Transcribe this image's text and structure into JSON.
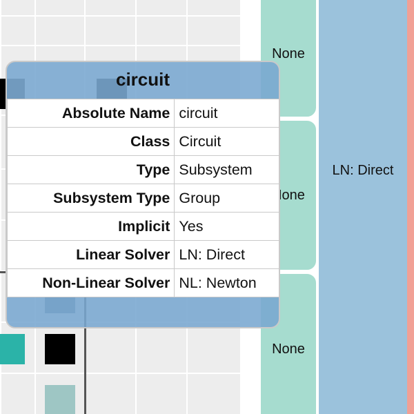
{
  "tooltip": {
    "title": "circuit",
    "rows": [
      {
        "key": "Absolute Name",
        "value": "circuit"
      },
      {
        "key": "Class",
        "value": "Circuit"
      },
      {
        "key": "Type",
        "value": "Subsystem"
      },
      {
        "key": "Subsystem Type",
        "value": "Group"
      },
      {
        "key": "Implicit",
        "value": "Yes"
      },
      {
        "key": "Linear Solver",
        "value": "LN: Direct"
      },
      {
        "key": "Non-Linear Solver",
        "value": "NL: Newton"
      }
    ]
  },
  "nonlinear_solver_column": {
    "cells": [
      {
        "label": "None"
      },
      {
        "label": "None"
      },
      {
        "label": "None"
      }
    ]
  },
  "linear_solver_column": {
    "label": "LN: Direct"
  },
  "colors": {
    "matrix_background": "#ededed",
    "nonlinear_solver_fill": "#a6dccf",
    "linear_solver_fill": "#9bc2dc",
    "right_strip": "#f1a095",
    "tooltip_header": "#79a7d0",
    "diagonal_block": "#000000",
    "teal_block": "#2bb3a8",
    "grey_teal_block": "#9ec6c4"
  }
}
